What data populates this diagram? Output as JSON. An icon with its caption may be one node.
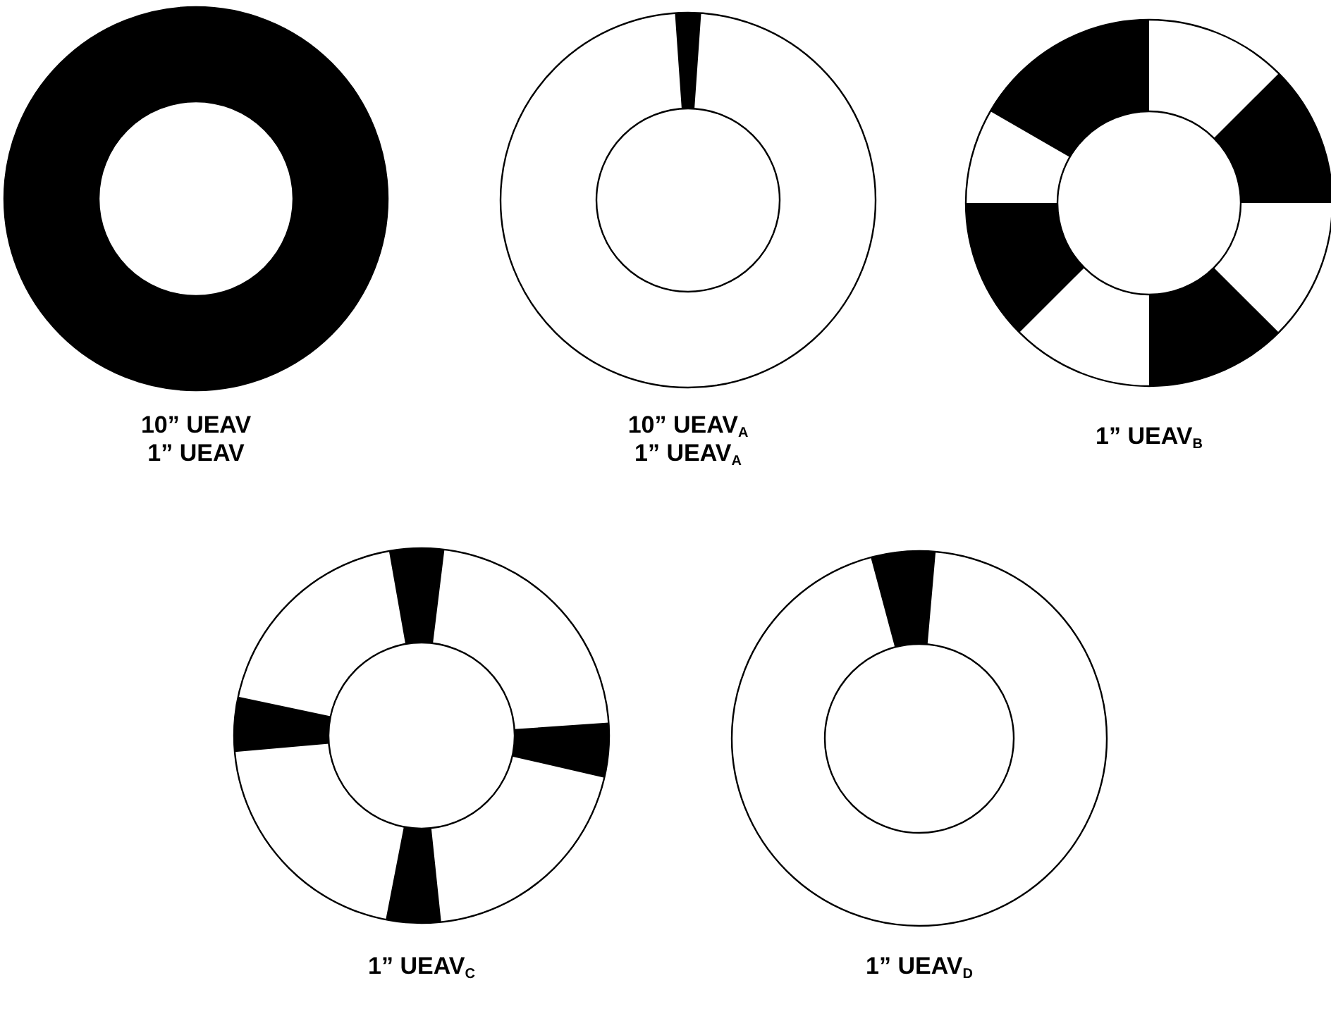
{
  "diagram": {
    "nodes": [
      {
        "text": [
          "10” UEAV",
          "1” UEAV"
        ]
      },
      {
        "text": [
          "10” UEAV$_{A}$",
          "1” UEAV$_{A}$"
        ]
      },
      {
        "text": [
          "1” UEAV$_{B}$"
        ]
      },
      {
        "text": [
          "1” UEAV$_{C}$"
        ]
      },
      {
        "text": [
          "1” UEAV$_{D}$"
        ]
      }
    ]
  }
}
